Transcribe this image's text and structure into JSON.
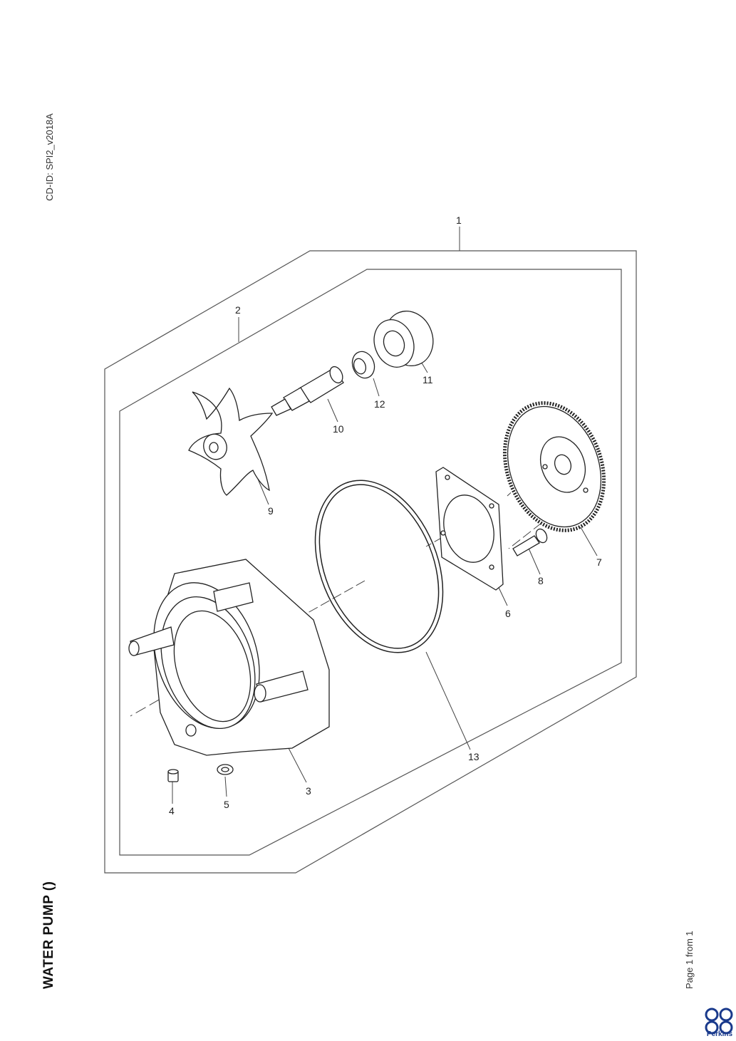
{
  "header": {
    "cd_id": "CD-ID: SPI2_v2018A"
  },
  "document": {
    "title": "WATER PUMP ()"
  },
  "footer": {
    "page_info": "Page 1 from 1",
    "brand": "Perkins"
  },
  "callouts": [
    "1",
    "2",
    "3",
    "4",
    "5",
    "6",
    "7",
    "8",
    "9",
    "10",
    "11",
    "12",
    "13"
  ]
}
